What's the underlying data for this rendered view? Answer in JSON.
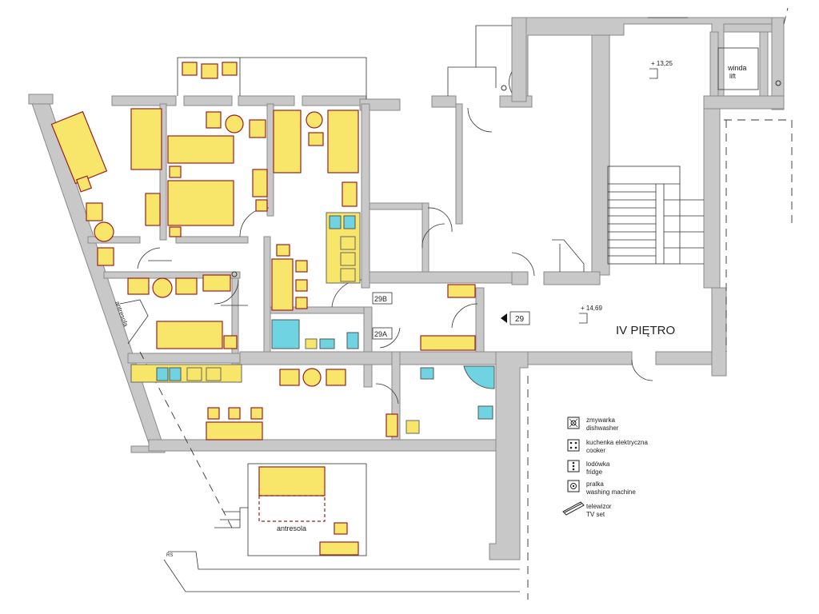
{
  "floor_label": "IV PIĘTRO",
  "elevations": {
    "upper": "+ 13,25",
    "floor": "+ 14,69"
  },
  "elevator": {
    "label_pl": "winda",
    "label_en": "lift"
  },
  "apartment_numbers": {
    "a": "29B",
    "b": "29A",
    "c": "29"
  },
  "mezzanine_labels": {
    "rotated": "antresola",
    "lower": "antresola"
  },
  "small_mark": "RS",
  "legend": [
    {
      "icon": "dishwasher-icon",
      "label_pl": "zmywarka",
      "label_en": "dishwasher"
    },
    {
      "icon": "cooker-icon",
      "label_pl": "kuchenka elektryczna",
      "label_en": "cooker"
    },
    {
      "icon": "fridge-icon",
      "label_pl": "lodówka",
      "label_en": "fridge"
    },
    {
      "icon": "washing-machine-icon",
      "label_pl": "pralka",
      "label_en": "washing machine"
    },
    {
      "icon": "tv-icon",
      "label_pl": "telewizor",
      "label_en": "TV set"
    }
  ],
  "colors": {
    "furniture": "#f7e66a",
    "furniture_outline": "#9c1f1f",
    "sanitary": "#6fd3e2",
    "walls": "#c8c8c8"
  }
}
